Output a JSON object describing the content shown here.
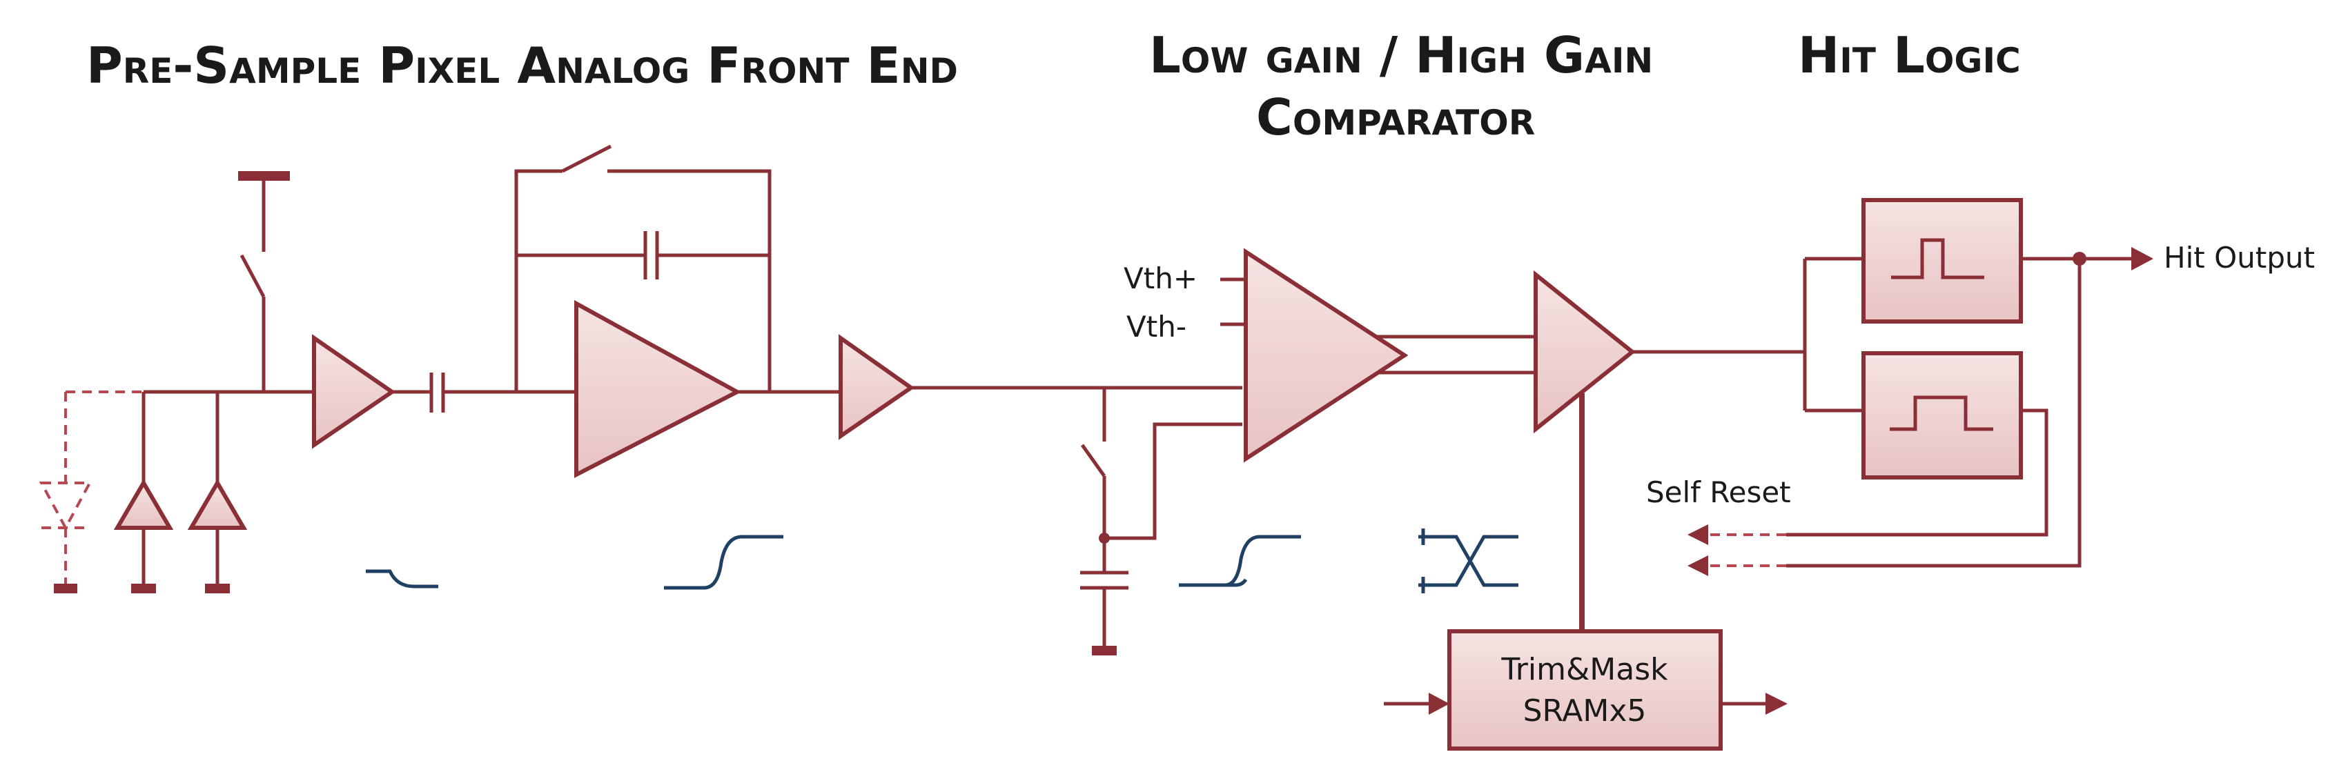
{
  "sections": {
    "front_end_title": "Pre-Sample Pixel Analog Front End",
    "comparator_title_line1": "Low gain / High Gain",
    "comparator_title_line2": "Comparator",
    "hit_logic_title": "Hit Logic"
  },
  "labels": {
    "vth_plus": "Vth+",
    "vth_minus": "Vth-",
    "hit_output": "Hit Output",
    "self_reset": "Self Reset"
  },
  "sram_block": {
    "line1": "Trim&Mask",
    "line2": "SRAMx5"
  },
  "colors": {
    "wire": "#8a2f36",
    "block_fill": "#f3dcdc",
    "waveform": "#1f3f63",
    "text": "#1a1a1a"
  }
}
